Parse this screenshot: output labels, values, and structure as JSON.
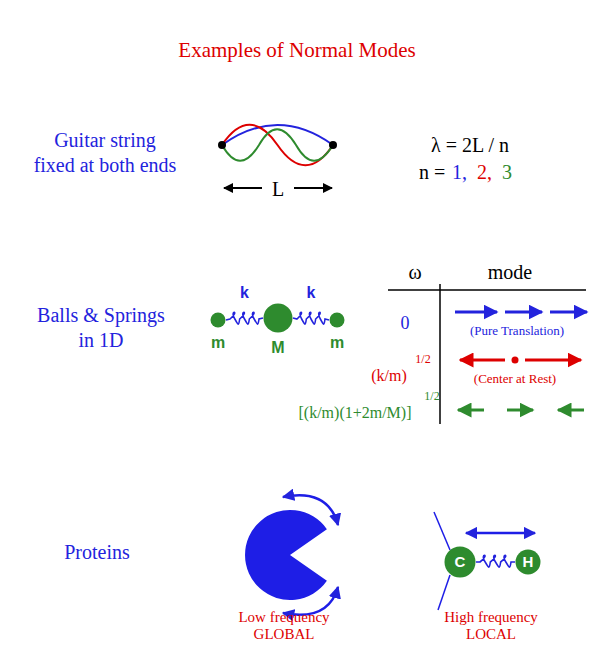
{
  "diagram": {
    "title": "Examples of Normal Modes",
    "nodes": [
      {
        "text": [
          "m"
        ]
      },
      {
        "text": [
          "M"
        ]
      },
      {
        "text": [
          "m"
        ]
      },
      {
        "text": [
          "C"
        ]
      },
      {
        "text": [
          "H"
        ]
      }
    ],
    "edges": [
      {
        "from": 0,
        "to": 1,
        "arrow": "none",
        "label": "k"
      },
      {
        "from": 1,
        "to": 2,
        "arrow": "none",
        "label": "k"
      },
      {
        "from": 3,
        "to": 4,
        "arrow": "none"
      }
    ],
    "labels": [
      "Guitar string",
      "fixed at both ends",
      "L",
      "λ = 2L / n",
      "n =",
      "1,",
      "2,",
      "3",
      "Balls & Springs",
      "in 1D",
      "ω",
      "mode",
      "0",
      "(Pure Translation)",
      "(k/m)",
      "1/2",
      "(Center at Rest)",
      "[(k/m)(1+2m/M)]",
      "1/2",
      "Proteins",
      "Low frequency",
      "GLOBAL",
      "High frequency",
      "LOCAL"
    ]
  }
}
